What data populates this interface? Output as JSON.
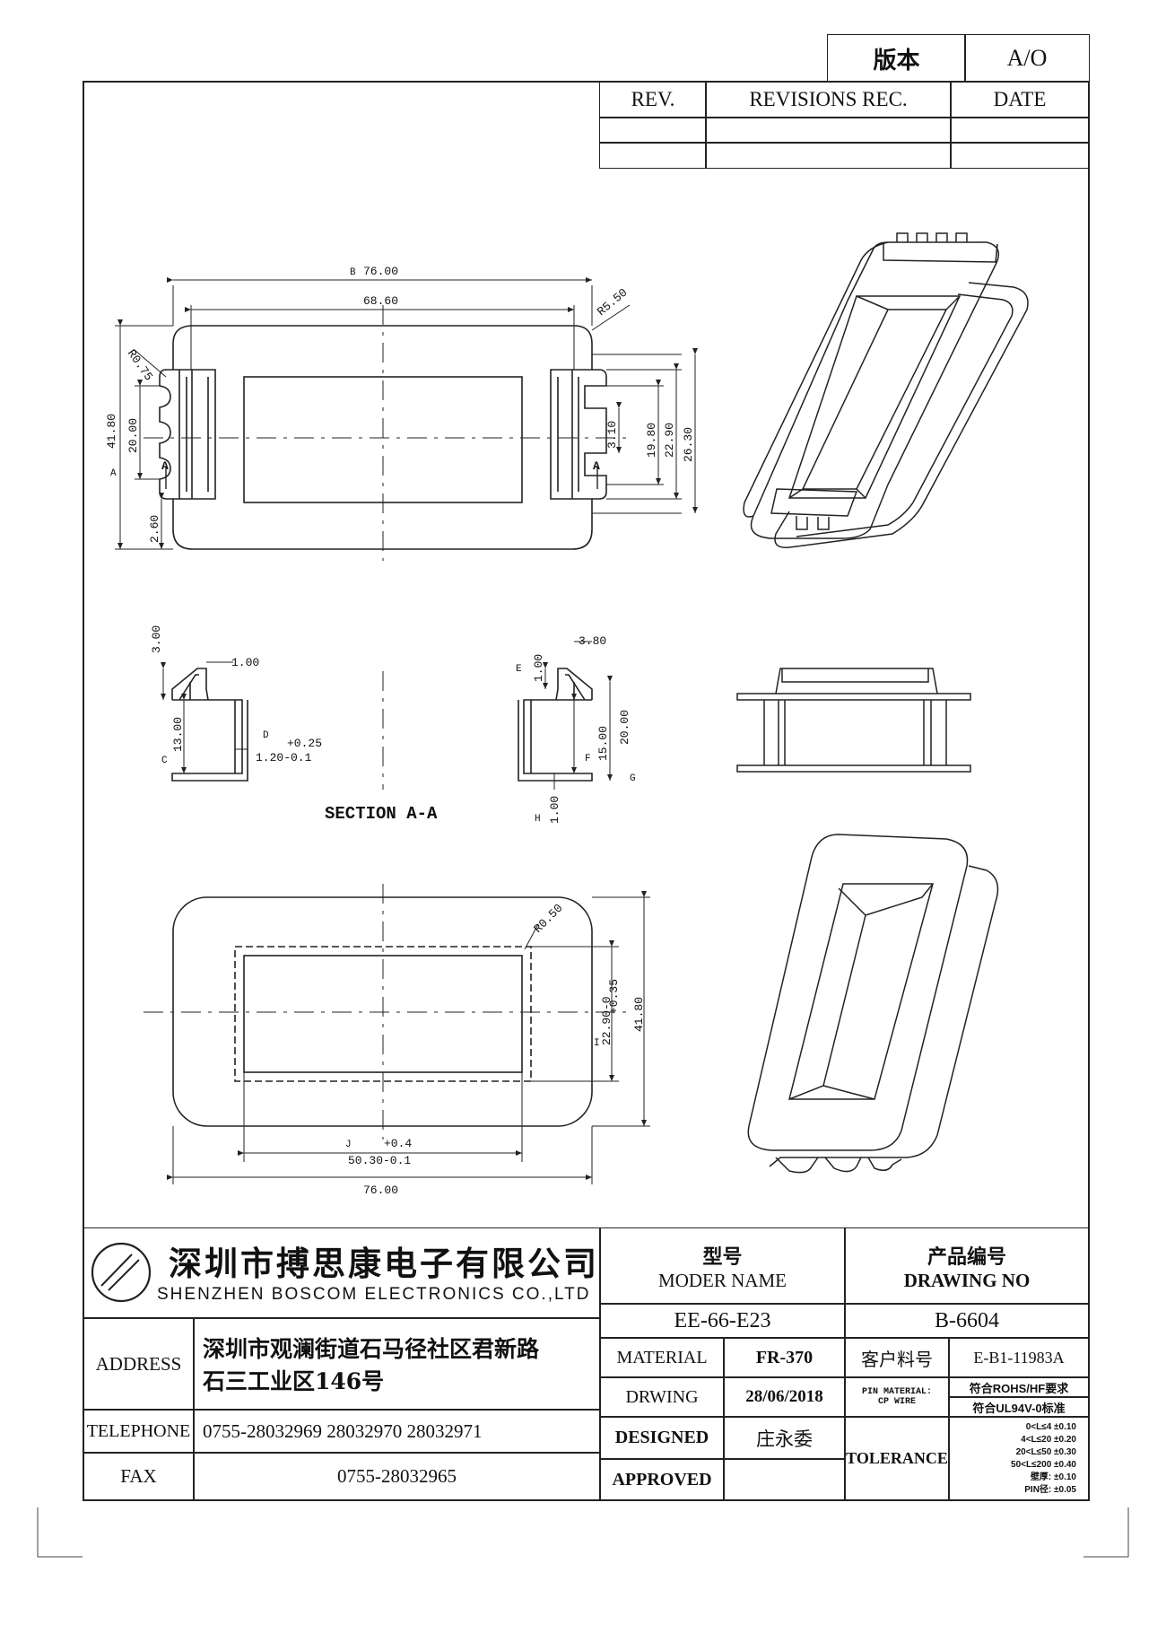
{
  "version_box": {
    "label": "版本",
    "value": "A/O"
  },
  "revisions": {
    "rev_header": "REV.",
    "rec_header": "REVISIONS REC.",
    "date_header": "DATE"
  },
  "top_view": {
    "dims": {
      "overall_width": "76.00",
      "inner_width": "68.60",
      "corner_radius": "R5.50",
      "slot_radius": "R0.75",
      "height_total": "41.80",
      "h20": "20.00",
      "h2_60": "2.60",
      "h3_10": "3.10",
      "h19_80": "19.80",
      "h22_90": "22.90",
      "h26_30": "26.30",
      "section_mark": "A",
      "label_b": "B",
      "label_a": "A"
    }
  },
  "section_view": {
    "title": "SECTION A-A",
    "dims": {
      "d3_00": "3.00",
      "d1_00_top": "1.00",
      "d3_80": "3.80",
      "d1_00_e": "1.00",
      "d13_00": "13.00",
      "tol_plus": "+0.25",
      "d1_20": "1.20-0.1",
      "d15_00": "15.00",
      "d20_00": "20.00",
      "d1_00_bottom": "1.00",
      "label_c": "C",
      "label_d": "D",
      "label_e": "E",
      "label_f": "F",
      "label_g": "G",
      "label_h": "H"
    }
  },
  "bottom_view": {
    "dims": {
      "corner_radius": "R0.50",
      "height_tol": "+0.35",
      "height_inner": "22.90-0",
      "height_total": "41.80",
      "width_tol": "+0.4",
      "width_inner": "50.30-0.1",
      "width_total": "76.00",
      "label_i": "I",
      "label_j": "J"
    }
  },
  "title_block": {
    "company_cn": "深圳市搏思康电子有限公司",
    "company_en": "SHENZHEN BOSCOM ELECTRONICS CO.,LTD",
    "model_label_cn": "型号",
    "model_label_en": "MODER NAME",
    "model_value": "EE-66-E23",
    "drawing_label_cn": "产品编号",
    "drawing_label_en": "DRAWING NO",
    "drawing_value": "B-6604",
    "address_label": "ADDRESS",
    "address_line1": "深圳市观澜街道石马径社区君新路",
    "address_line2": "石三工业区146号",
    "telephone_label": "TELEPHONE",
    "telephone_value": "0755-28032969 28032970 28032971",
    "fax_label": "FAX",
    "fax_value": "0755-28032965",
    "material_label": "MATERIAL",
    "material_value": "FR-370",
    "customer_part_label": "客户料号",
    "customer_part_value": "E-B1-11983A",
    "drawing_date_label": "DRWING",
    "drawing_date_value": "28/06/2018",
    "pin_material_label": "PIN MATERIAL:",
    "cp_wire_label": "CP WIRE",
    "rohs_note": "符合ROHS/HF要求",
    "ul_note": "符合UL94V-0标准",
    "designed_label": "DESIGNED",
    "designed_value": "庄永委",
    "approved_label": "APPROVED",
    "tolerance_label": "TOLERANCE",
    "tolerances": [
      "0<L≤4   ±0.10",
      "4<L≤20  ±0.20",
      "20<L≤50  ±0.30",
      "50<L≤200  ±0.40",
      "壁厚:  ±0.10",
      "PIN径:  ±0.05"
    ]
  }
}
